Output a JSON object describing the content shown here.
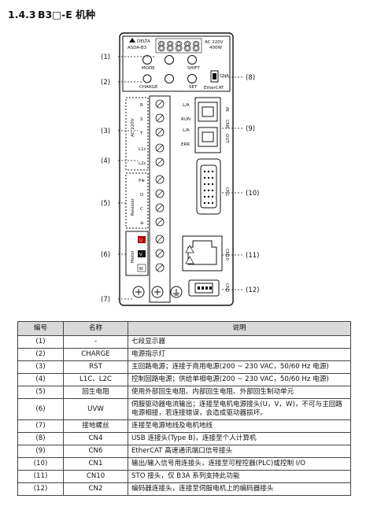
{
  "heading": {
    "number": "1.4.3",
    "title": "B3□-E 机种"
  },
  "panel": {
    "brand": "DELTA",
    "model": "ASDA-B3",
    "display": [
      "8",
      "8",
      "8",
      "8",
      "8"
    ],
    "voltage": "AC 220V",
    "power": "400W",
    "buttons": [
      "MODE",
      "SHIFT",
      "SET"
    ],
    "charge": "CHARGE",
    "ethercat": "EtherCAT",
    "cn4": "CN4",
    "cn6": "CN6",
    "cn1": "CN1",
    "cn10": "CN10",
    "cn2": "CN2",
    "led_labels": [
      "L/A",
      "RUN",
      "L/A",
      "ERR"
    ],
    "port_labels": [
      "IN",
      "OUT"
    ],
    "power_terms": [
      "R",
      "S",
      "T",
      "L1c",
      "L2c"
    ],
    "power_note": "AC 220V",
    "regen_terms": [
      "P⊕",
      "D",
      "C",
      "⊖"
    ],
    "regen_note": "Resistor",
    "motor_terms": [
      "U",
      "V",
      "W"
    ],
    "motor_note": "Motor"
  },
  "callouts": [
    "(1)",
    "(2)",
    "(3)",
    "(4)",
    "(5)",
    "(6)",
    "(7)",
    "(8)",
    "(9)",
    "(10)",
    "(11)",
    "(12)"
  ],
  "table": {
    "headers": [
      "编号",
      "名称",
      "说明"
    ],
    "rows": [
      {
        "no": "(1)",
        "name": "-",
        "desc": "七段显示器"
      },
      {
        "no": "(2)",
        "name": "CHARGE",
        "desc": "电源指示灯"
      },
      {
        "no": "(3)",
        "name": "RST",
        "desc": "主回路电源；连接于商用电源(200 ~ 230 VAC，50/60 Hz 电源)"
      },
      {
        "no": "(4)",
        "name": "L1C、L2C",
        "desc": "控制回路电源；供给单相电源(200 ~ 230 VAC，50/60 Hz 电源)"
      },
      {
        "no": "(5)",
        "name": "回生电阻",
        "desc": "使用外部回生电阻、内部回生电阻、外部回生制动单元"
      },
      {
        "no": "(6)",
        "name": "UVW",
        "desc": "伺服驱动器电流输出；连接至电机电源接头(U，V，W)，不可与主回路电源相接，若连接错误，会造成驱动器损坏。"
      },
      {
        "no": "(7)",
        "name": "接地螺丝",
        "desc": "连接至电源地线及电机地线"
      },
      {
        "no": "(8)",
        "name": "CN4",
        "desc": "USB 连接头(Type B)，连接至个人计算机"
      },
      {
        "no": "(9)",
        "name": "CN6",
        "desc": "EtherCAT 高速通讯端口信号接头"
      },
      {
        "no": "(10)",
        "name": "CN1",
        "desc": "输出/输入信号用连接头，连接至可程控器(PLC)或控制 I/O"
      },
      {
        "no": "(11)",
        "name": "CN10",
        "desc": "STO 接头，仅 B3A 系列支持此功能"
      },
      {
        "no": "(12)",
        "name": "CN2",
        "desc": "编码器连接头，连接至伺服电机上的编码器接头"
      }
    ]
  }
}
